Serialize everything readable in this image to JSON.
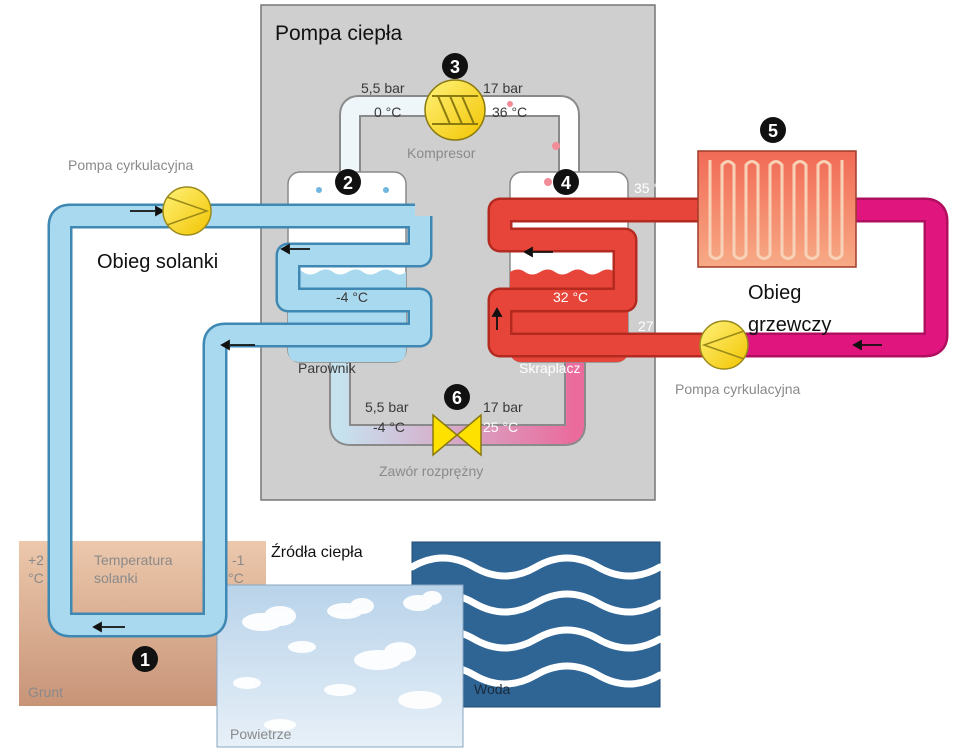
{
  "title": "Pompa ciepła",
  "compressor": {
    "label": "Kompresor",
    "number": "3",
    "left_pressure": "5,5 bar",
    "left_temp": "0 °C",
    "right_pressure": "17 bar",
    "right_temp": "36 °C"
  },
  "evaporator": {
    "label": "Parownik",
    "number": "2",
    "temp": "-4 °C"
  },
  "condenser": {
    "label": "Skraplacz",
    "number": "4",
    "temp": "32 °C"
  },
  "expansion_valve": {
    "label": "Zawór rozprężny",
    "number": "6",
    "left_pressure": "5,5 bar",
    "left_temp": "-4 °C",
    "right_pressure": "17 bar",
    "right_temp": "25 °C"
  },
  "brine_circuit": {
    "label": "Obieg solanki",
    "pump_label": "Pompa cyrkulacyjna"
  },
  "heating_circuit": {
    "label_line1": "Obieg",
    "label_line2": "grzewczy",
    "pump_label": "Pompa cyrkulacyjna",
    "supply_temp": "35 °C",
    "return_temp": "27 °C",
    "radiator_number": "5"
  },
  "ground": {
    "label": "Grunt",
    "number": "1",
    "inlet_temp_line1": "+2",
    "inlet_temp_line2": "°C",
    "brine_label_line1": "Temperatura",
    "brine_label_line2": "solanki",
    "outlet_temp_line1": "-1",
    "outlet_temp_line2": "°C"
  },
  "heat_sources": {
    "title": "Źródła ciepła",
    "air_label": "Powietrze",
    "water_label": "Woda"
  },
  "colors": {
    "brine": "#a9d9ee",
    "brine_outline": "#3f88b3",
    "hot": "#e8453a",
    "hot_outline": "#b42a20",
    "heating": "#e0157e",
    "pump": "#ffe100",
    "panel": "#cfcfcf",
    "ground": "#d6a98a",
    "water": "#2a5f8f"
  }
}
